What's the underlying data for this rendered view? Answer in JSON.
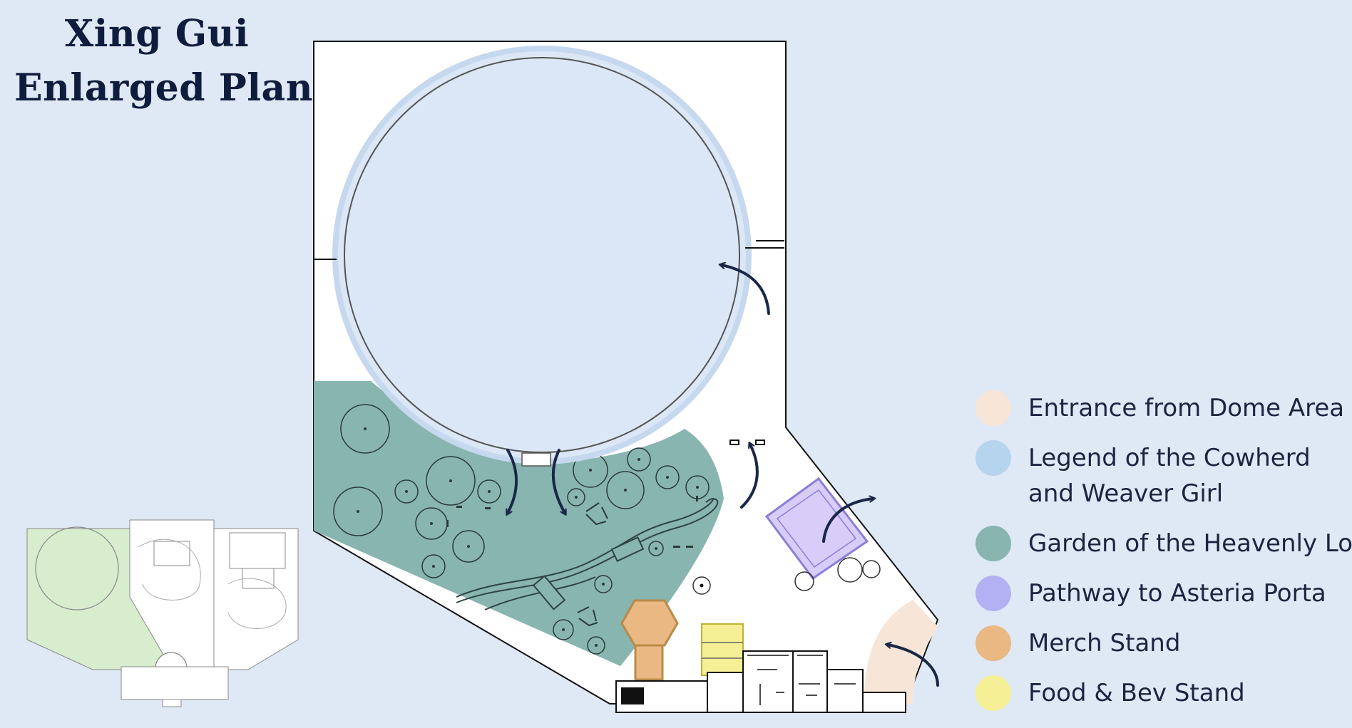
{
  "title": {
    "line1": "Xing Gui",
    "line2": "Enlarged Plan"
  },
  "colors": {
    "background": "#dfe8f5",
    "entrance": "#f7e6d8",
    "cowherd": "#b5d4ee",
    "garden": "#88b5b0",
    "pathway": "#b3b0f3",
    "merch": "#e9b883",
    "food": "#f5f095",
    "arrow": "#1a2747"
  },
  "legend": {
    "entrance": {
      "label": "Entrance from Dome Area"
    },
    "cowherd": {
      "line1": "Legend of the Cowherd",
      "line2": "and Weaver Girl"
    },
    "garden": {
      "label": "Garden of the Heavenly Loom"
    },
    "pathway": {
      "label": "Pathway to Asteria Porta"
    },
    "merch": {
      "label": "Merch Stand"
    },
    "food": {
      "label": "Food & Bev Stand"
    }
  }
}
